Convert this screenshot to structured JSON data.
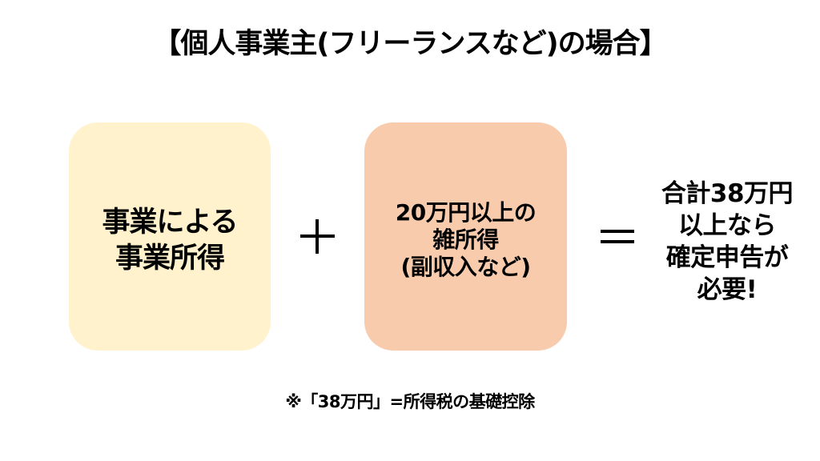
{
  "title": "【個人事業主(フリーランスなど)の場合】",
  "boxes": [
    {
      "lines": [
        "事業による",
        "事業所得"
      ],
      "color": "#FFF2CC"
    },
    {
      "lines": [
        "20万円以上の",
        "雑所得",
        "(副収入など)"
      ],
      "color": "#F8CBAD"
    }
  ],
  "operators": {
    "plus": "+",
    "equals": "="
  },
  "result": {
    "lines": [
      "合計38万円",
      "以上なら",
      "確定申告が",
      "必要!"
    ]
  },
  "footnote": "※「38万円」=所得税の基礎控除"
}
